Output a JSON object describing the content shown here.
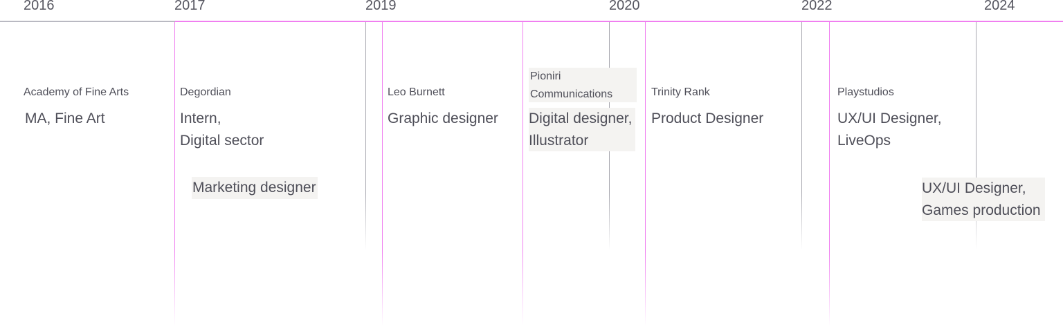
{
  "years": [
    "2016",
    "2017",
    "2019",
    "2020",
    "2022",
    "2024"
  ],
  "entries": [
    {
      "company": "Academy of Fine Arts",
      "role": "MA, Fine Art"
    },
    {
      "company": "Degordian",
      "role_line1": "Intern,",
      "role_line2": "Digital sector",
      "extra_role": "Marketing designer"
    },
    {
      "company": "Leo Burnett",
      "role": "Graphic designer"
    },
    {
      "company_line1": "Pioniri",
      "company_line2": "Communications",
      "role_line1": "Digital designer,",
      "role_line2": "Illustrator"
    },
    {
      "company": "Trinity Rank",
      "role": "Product Designer"
    },
    {
      "company": "Playstudios",
      "role_line1": "UX/UI Designer,",
      "role_line2": "LiveOps",
      "extra_role_line1": "UX/UI Designer,",
      "extra_role_line2": "Games production"
    }
  ],
  "colors": {
    "accent": "#f07ff0",
    "axis": "#b9b9c2",
    "text": "#4e4e58",
    "highlight": "#f4f3f1"
  }
}
